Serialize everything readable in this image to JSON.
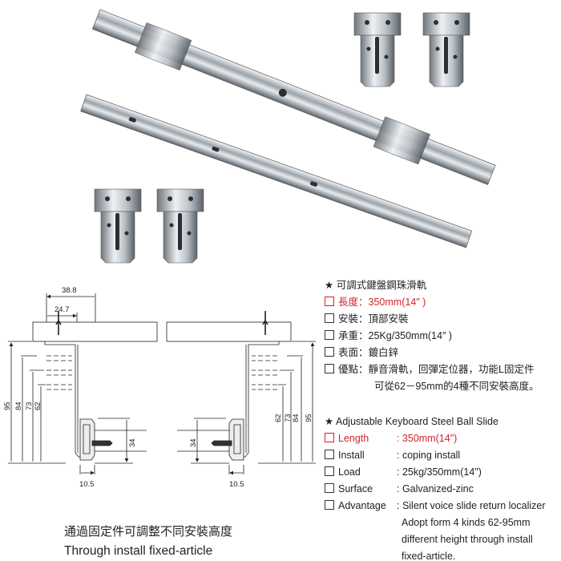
{
  "diagram": {
    "width_outer": "38.8",
    "width_inner": "24.7",
    "heights": [
      "95",
      "84",
      "73",
      "62"
    ],
    "slide_height": "34",
    "slide_offset": "10.5"
  },
  "specs_zh": {
    "title": "可調式鍵盤鋼珠滑軌",
    "rows": [
      {
        "label": "長度",
        "value": "350mm(14″ )",
        "highlight": true
      },
      {
        "label": "安裝",
        "value": "頂部安裝"
      },
      {
        "label": "承重",
        "value": "25Kg/350mm(14″ )"
      },
      {
        "label": "表面",
        "value": "鍍白鋅"
      },
      {
        "label": "優點",
        "value": "靜音滑軌，回彈定位器，功能L固定件",
        "value2": "可從62－95mm的4種不同安裝高度。"
      }
    ]
  },
  "specs_en": {
    "title": "Adjustable Keyboard Steel Ball Slide",
    "rows": [
      {
        "label": "Length",
        "value": ": 350mm(14\")",
        "highlight": true
      },
      {
        "label": "Install",
        "value": ": coping install"
      },
      {
        "label": "Load",
        "value": ": 25kg/350mm(14\")"
      },
      {
        "label": "Surface",
        "value": ": Galvanized-zinc"
      },
      {
        "label": "Advantage",
        "value": ": Silent voice slide return localizer",
        "extra": [
          "Adopt form 4 kinds 62-95mm",
          "different height through install",
          "fixed-article."
        ]
      }
    ]
  },
  "caption": {
    "zh": "通過固定件可調整不同安裝高度",
    "en": "Through install fixed-article"
  },
  "colors": {
    "highlight": "#d2232a",
    "text": "#222222"
  }
}
